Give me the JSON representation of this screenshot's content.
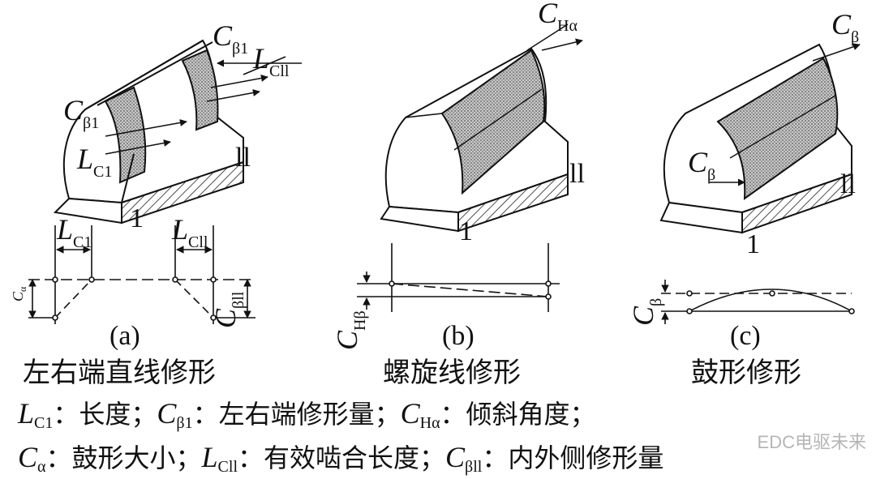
{
  "panels": [
    {
      "id": "a",
      "tag": "(a)",
      "caption": "左右端直线修形"
    },
    {
      "id": "b",
      "tag": "(b)",
      "caption": "螺旋线修形"
    },
    {
      "id": "c",
      "tag": "(c)",
      "caption": "鼓形修形"
    }
  ],
  "labels": {
    "C": "C",
    "L": "L",
    "sub_beta1": "β1",
    "sub_beta2": "βll",
    "sub_C1": "C1",
    "sub_C2": "Cll",
    "sub_Ha": "Hα",
    "sub_Hb": "Hβ",
    "sub_beta": "β",
    "sub_a": "α",
    "end1": "1",
    "end2": "ll",
    "sub_a_small": "α"
  },
  "legend": {
    "line1": [
      {
        "sym": "L",
        "sub": "C1",
        "desc": "：长度；"
      },
      {
        "sym": "C",
        "sub": "β1",
        "desc": "：左右端修形量；"
      },
      {
        "sym": "C",
        "sub": "Hα",
        "desc": "：倾斜角度；"
      }
    ],
    "line2": [
      {
        "sym": "C",
        "sub": "α",
        "desc": "：鼓形大小；"
      },
      {
        "sym": "L",
        "sub": "Cll",
        "desc": "：有效啮合长度；"
      },
      {
        "sym": "C",
        "sub": "βll",
        "desc": "：内外侧修形量"
      }
    ]
  },
  "watermark": "EDC电驱未来"
}
